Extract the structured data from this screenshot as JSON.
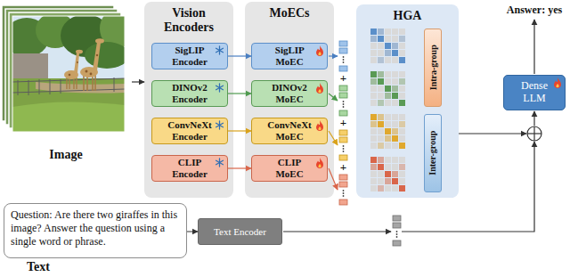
{
  "diagram": {
    "nodes": [
      {
        "text": [
          "Image"
        ]
      },
      {
        "text": [
          "Vision Encoders"
        ]
      },
      {
        "text": [
          "SigLIP Encoder"
        ],
        "in": 1
      },
      {
        "text": [
          "DINOv2 Encoder"
        ],
        "in": 1
      },
      {
        "text": [
          "ConvNeXt Encoder"
        ],
        "in": 1
      },
      {
        "text": [
          "CLIP Encoder"
        ],
        "in": 1
      },
      {
        "text": [
          "MoECs"
        ]
      },
      {
        "text": [
          "SigLIP MoEC"
        ],
        "in": 6
      },
      {
        "text": [
          "DINOv2 MoEC"
        ],
        "in": 6
      },
      {
        "text": [
          "ConvNeXt MoEC"
        ],
        "in": 6
      },
      {
        "text": [
          "CLIP MoEC"
        ],
        "in": 6
      },
      {
        "text": [
          "HGA"
        ]
      },
      {
        "text": [
          "Intra-group"
        ],
        "in": 11
      },
      {
        "text": [
          "Inter-group"
        ],
        "in": 11
      },
      {
        "text": [
          "Dense LLM"
        ]
      },
      {
        "text": [
          "Question: Are there two giraffes in this image? Answer the question using a single word or phrase.",
          "Text"
        ]
      },
      {
        "text": [
          "Text Encoder"
        ]
      }
    ],
    "edges": [
      {
        "from": 0,
        "to": 1,
        "arrow": "to"
      },
      {
        "from": 2,
        "to": 7,
        "arrow": "to"
      },
      {
        "from": 3,
        "to": 8,
        "arrow": "to"
      },
      {
        "from": 4,
        "to": 9,
        "arrow": "to"
      },
      {
        "from": 5,
        "to": 10,
        "arrow": "to"
      },
      {
        "from": 15,
        "to": 16,
        "arrow": "to"
      }
    ],
    "labels": [
      "+",
      "+",
      "+",
      "Answer: yes"
    ]
  }
}
